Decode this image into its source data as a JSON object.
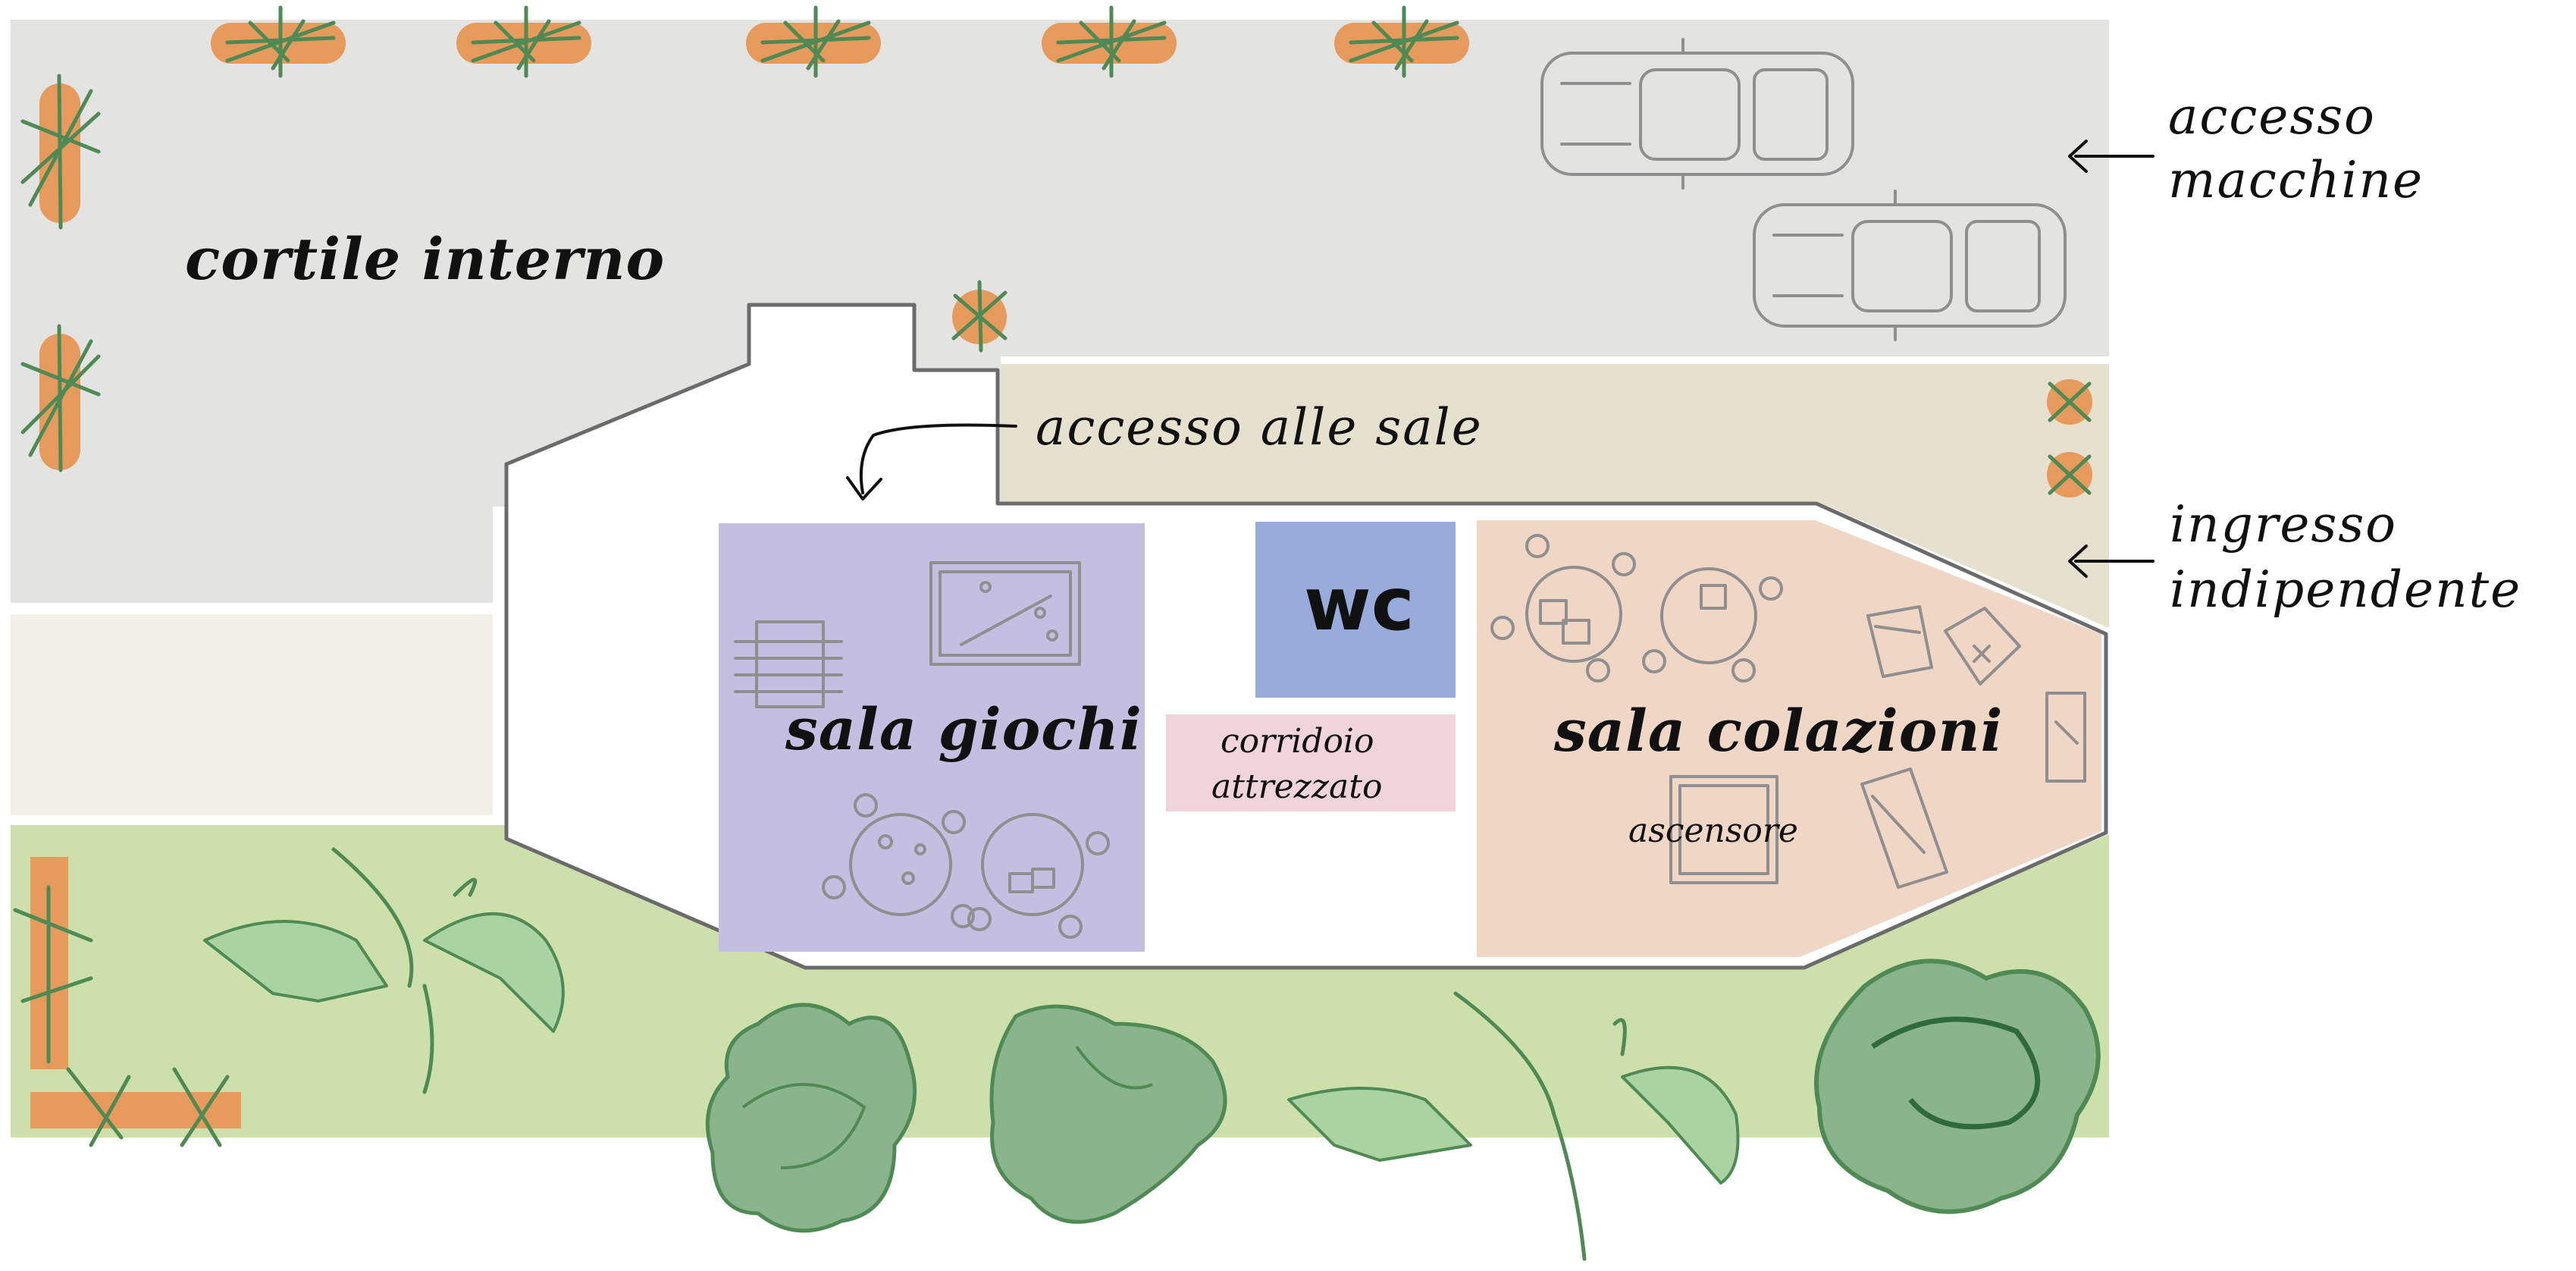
{
  "labels": {
    "inner_courtyard": "cortile interno",
    "car_access_line1": "accesso",
    "car_access_line2": "macchine",
    "room_access": "accesso alle sale",
    "independent_entrance_line1": "ingresso",
    "independent_entrance_line2": "indipendente",
    "game_room": "sala giochi",
    "wc": "wc",
    "corridor_line1": "corridoio",
    "corridor_line2": "attrezzato",
    "breakfast_room": "sala colazioni",
    "elevator": "ascensore"
  },
  "colors": {
    "courtyard": "#e3e3e2",
    "access_path": "#e6e1cf",
    "side_strip": "#f1efe6",
    "garden": "#cde0ab",
    "game_room": "#c4bfe0",
    "wc": "#98acdb",
    "corridor": "#efd4db",
    "breakfast_room": "#f0d6c5",
    "planter": "#e69a5c",
    "plant_dark": "#4f8a55",
    "tree": "#8ab48c",
    "furniture_sketch": "#8f8f8f"
  },
  "icons": [
    "car-icon",
    "planter-icon",
    "tree-icon",
    "shrub-icon",
    "table-chairs-icon",
    "billiard-table-icon",
    "foosball-icon",
    "armchair-icon",
    "elevator-icon"
  ]
}
